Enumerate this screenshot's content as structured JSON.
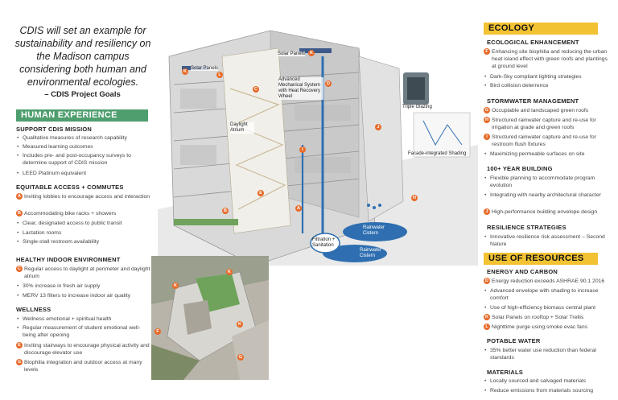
{
  "quote": {
    "text": "CDIS will set an example for sustainability and resiliency on the Madison campus considering both human and environmental ecologies.",
    "attribution": "– CDIS Project Goals"
  },
  "colors": {
    "green": "#4f9e6e",
    "yellow": "#f2c233",
    "orange": "#e76b2a"
  },
  "human": {
    "title": "HUMAN EXPERIENCE",
    "support": {
      "heading": "SUPPORT CDIS MISSION",
      "items": [
        "Qualitative measures of research capability",
        "Measured learning outcomes",
        "Includes pre- and post-occupancy surveys to determine support of CDIS mission",
        "LEED Platinum equivalent"
      ]
    },
    "access": {
      "heading": "EQUITABLE ACCESS + COMMUTES",
      "items": [
        {
          "tag": "A",
          "text": "Inviting lobbies to encourage access and interaction"
        },
        {
          "tag": "B",
          "text": "Accommodating bike racks + showers"
        },
        {
          "tag": "",
          "text": "Clear, designated access to public transit"
        },
        {
          "tag": "",
          "text": "Lactation rooms"
        },
        {
          "tag": "",
          "text": "Single-stall restroom availability"
        }
      ]
    },
    "indoor": {
      "heading": "HEALTHY INDOOR ENVIRONMENT",
      "items": [
        {
          "tag": "C",
          "text": "Regular access to daylight at perimeter and daylight atrium"
        },
        {
          "tag": "",
          "text": "30% increase in fresh air supply"
        },
        {
          "tag": "",
          "text": "MERV 13 filters to increase indoor air quality"
        }
      ]
    },
    "wellness": {
      "heading": "WELLNESS",
      "items": [
        {
          "tag": "",
          "text": "Wellness emotional + spiritual health"
        },
        {
          "tag": "",
          "text": "Regular measurement of student emotional well-being after opening"
        },
        {
          "tag": "E",
          "text": "Inviting stairways to encourage physical activity and discourage elevator use"
        },
        {
          "tag": "G",
          "text": "Biophilia integration and outdoor access at many levels"
        }
      ]
    }
  },
  "ecology": {
    "title": "ECOLOGY",
    "enhancement": {
      "heading": "ECOLOGICAL ENHANCEMENT",
      "items": [
        {
          "tag": "F",
          "text": "Enhancing site biophilia and reducing the urban heat island effect with green roofs and plantings at ground level"
        },
        {
          "tag": "",
          "text": "Dark-Sky compliant lighting strategies"
        },
        {
          "tag": "",
          "text": "Bird collision deterrence"
        }
      ]
    },
    "stormwater": {
      "heading": "STORMWATER MANAGEMENT",
      "items": [
        {
          "tag": "G",
          "text": "Occupiable and landscaped green roofs"
        },
        {
          "tag": "H",
          "text": "Structured rainwater capture and re-use for irrigation at grade and green roofs"
        },
        {
          "tag": "I",
          "text": "Structured rainwater capture and re-use for restroom flush fixtures"
        },
        {
          "tag": "",
          "text": "Maximizing permeable surfaces on site"
        }
      ]
    },
    "building": {
      "heading": "100+ YEAR BUILDING",
      "items": [
        {
          "tag": "",
          "text": "Flexible planning to accommodate program evolution"
        },
        {
          "tag": "",
          "text": "Integrating with nearby architectural character"
        },
        {
          "tag": "J",
          "text": "High-performance building envelope design"
        }
      ]
    },
    "resilience": {
      "heading": "RESILIENCE STRATEGIES",
      "items": [
        {
          "tag": "",
          "text": "Innovative resilience risk assessment – Second Nature"
        }
      ]
    }
  },
  "resources": {
    "title": "USE OF RESOURCES",
    "energy": {
      "heading": "ENERGY AND CARBON",
      "items": [
        {
          "tag": "D",
          "text": "Energy reduction exceeds ASHRAE 90.1 2016"
        },
        {
          "tag": "",
          "text": "Advanced envelope with shading to increase comfort"
        },
        {
          "tag": "",
          "text": "Use of high-efficiency biomass central plant"
        },
        {
          "tag": "K",
          "text": "Solar Panels on rooftop + Solar Trellis"
        },
        {
          "tag": "L",
          "text": "Nighttime purge using smoke evac fans"
        }
      ]
    },
    "water": {
      "heading": "POTABLE WATER",
      "items": [
        {
          "tag": "",
          "text": "35% better water use reduction than federal standards"
        }
      ]
    },
    "materials": {
      "heading": "MATERIALS",
      "items": [
        {
          "tag": "",
          "text": "Locally sourced and salvaged materials"
        },
        {
          "tag": "",
          "text": "Reduce emissions from materials sourcing"
        }
      ]
    }
  },
  "diagram": {
    "labels": {
      "solar1": "Solar Panels",
      "solar2": "Solar Panels",
      "mech": "Advanced Mechanical System with Heat Recovery Wheel",
      "atrium": "Daylight Atrium",
      "glazing": "Triple Glazing",
      "shading": "Facade-integrated Shading",
      "cistern1": "Rainwater Cistern",
      "cistern2": "Rainwater Cistern",
      "filtration": "Filtration + Sanitation"
    }
  }
}
